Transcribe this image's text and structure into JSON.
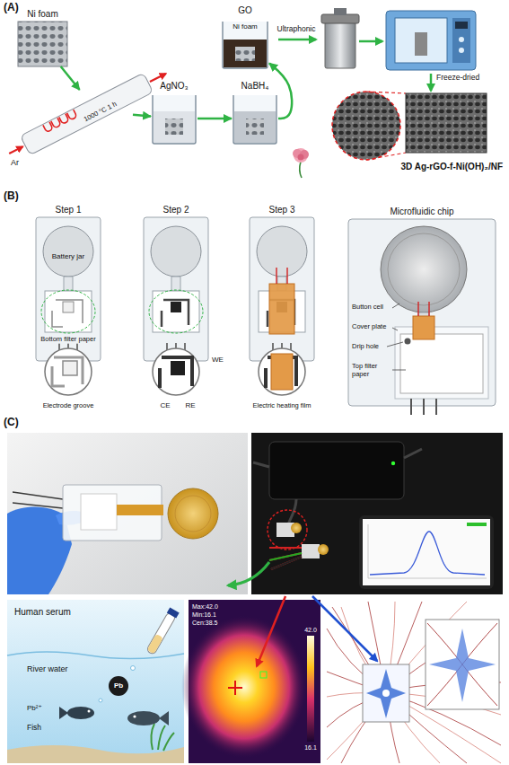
{
  "diagram": {
    "nodes": [
      {
        "text": [
          "Ni foam"
        ]
      },
      {
        "text": [
          "1000 °C 1 h"
        ]
      },
      {
        "text": [
          "AgNO₃"
        ]
      },
      {
        "text": [
          "NaBH₄"
        ]
      },
      {
        "text": [
          "GO",
          "Ni foam"
        ]
      },
      {
        "text": [
          "3D Ag-rGO-f-Ni(OH)₂/NF"
        ]
      },
      {
        "text": [
          "Step 1"
        ]
      },
      {
        "text": [
          "Step 2"
        ]
      },
      {
        "text": [
          "Step 3"
        ]
      },
      {
        "text": [
          "Microfluidic chip"
        ]
      }
    ],
    "edges": [
      {
        "from": 0,
        "to": 1,
        "arrow": "to"
      },
      {
        "from": 1,
        "to": 2,
        "arrow": "to"
      },
      {
        "from": 2,
        "to": 3,
        "arrow": "to"
      },
      {
        "from": 3,
        "to": 4,
        "arrow": "to"
      }
    ],
    "labels": [
      "(A)",
      "Ar",
      "Ultraphonic",
      "Freeze-dried",
      "(B)",
      "Battery jar",
      "Bottom filter paper",
      "Electrode groove",
      "WE",
      "CE",
      "RE",
      "Electric heating film",
      "Button cell",
      "Cover plate",
      "Drip hole",
      "Top filter paper",
      "(C)",
      "Human serum",
      "River water",
      "Pb",
      "Pb²⁺",
      "Fish",
      "Max:42.0",
      "Min:16.1",
      "Cen:38.5",
      "42.0",
      "16.1"
    ]
  }
}
